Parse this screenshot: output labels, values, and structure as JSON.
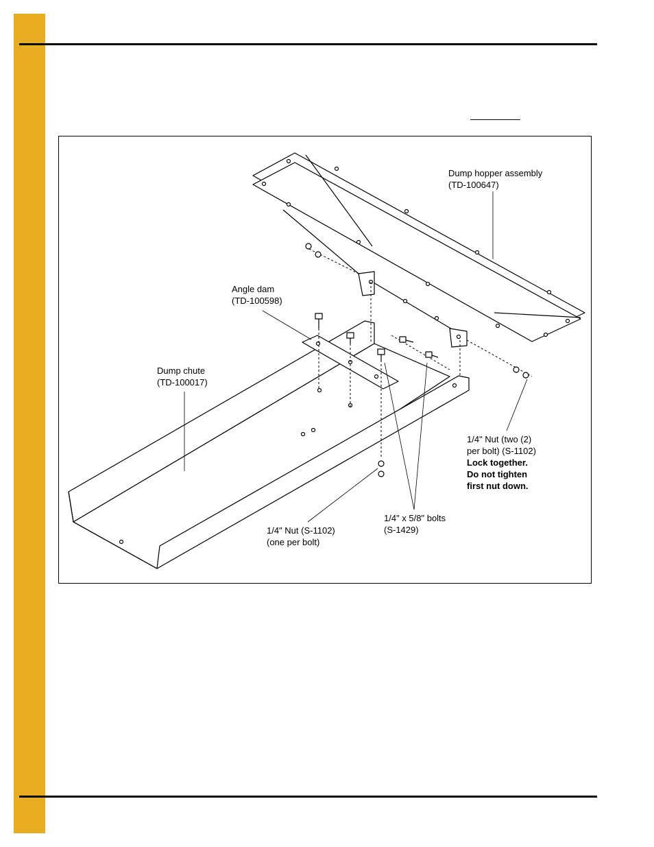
{
  "colors": {
    "sidebar": "#e8ad22",
    "rules": "#000000"
  },
  "figure": {
    "labels": {
      "dump_hopper": [
        "Dump hopper assembly",
        "(TD-100647)"
      ],
      "angle_dam": [
        "Angle dam",
        "(TD-100598)"
      ],
      "dump_chute": [
        "Dump chute",
        "(TD-100017)"
      ],
      "nut_two": {
        "lines": [
          "1/4\" Nut (two (2)",
          "per bolt) (S-1102)"
        ],
        "bold_lines": [
          "Lock together.",
          "Do not tighten",
          "first nut down."
        ]
      },
      "bolts": [
        "1/4\" x 5/8\" bolts",
        "(S-1429)"
      ],
      "nut_one": [
        "1/4\" Nut (S-1102)",
        "(one per bolt)"
      ]
    }
  }
}
